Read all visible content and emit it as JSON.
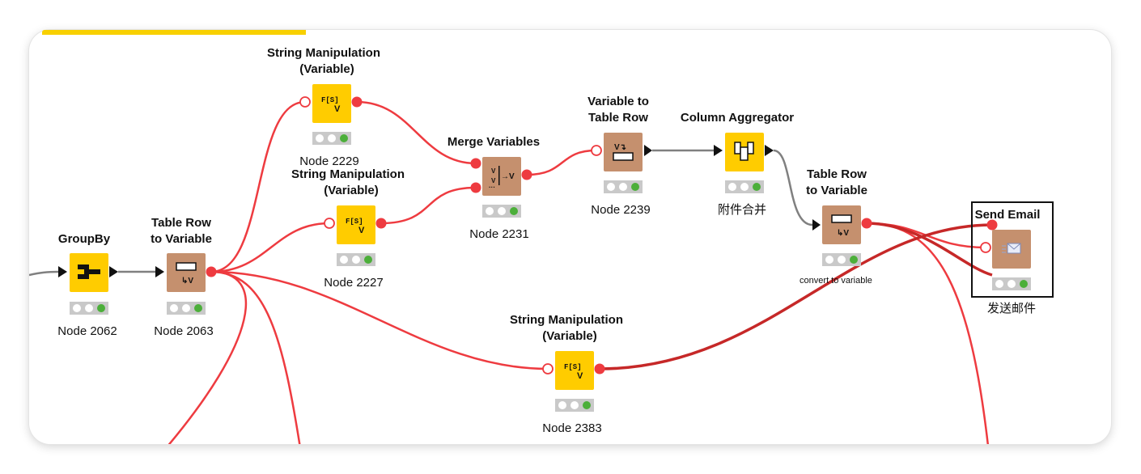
{
  "nodes": {
    "n2062": {
      "title": "GroupBy",
      "label": "Node 2062"
    },
    "n2063": {
      "title_lines": [
        "Table Row",
        "to Variable"
      ],
      "label": "Node 2063"
    },
    "n2229": {
      "title_lines": [
        "String Manipulation",
        "(Variable)"
      ],
      "label": "Node 2229"
    },
    "n2227": {
      "title_lines": [
        "String Manipulation",
        "(Variable)"
      ],
      "label": "Node 2227"
    },
    "n2231": {
      "title": "Merge Variables",
      "label": "Node 2231"
    },
    "n2239": {
      "title_lines": [
        "Variable to",
        "Table Row"
      ],
      "label": "Node 2239"
    },
    "agg": {
      "title": "Column Aggregator",
      "label": "附件合并"
    },
    "conv": {
      "title_lines": [
        "Table Row",
        "to Variable"
      ],
      "label": "convert to variable"
    },
    "email": {
      "title": "Send Email",
      "label": "发送邮件"
    },
    "n2383": {
      "title_lines": [
        "String Manipulation",
        "(Variable)"
      ],
      "label": "Node 2383"
    }
  },
  "icons": {
    "groupby": "groupby-icon",
    "row_to_var": "table-row-to-variable-icon",
    "string_manip": "string-manipulation-icon",
    "merge": "merge-variables-icon",
    "var_to_row": "variable-to-table-row-icon",
    "aggregator": "column-aggregator-icon",
    "email": "envelope-icon"
  },
  "colors": {
    "manipulator_node": "#ffcc00",
    "flow_node": "#c5906e",
    "variable_connection": "#ee3b40",
    "data_connection": "#808080",
    "status_ok": "#4caf3a",
    "accent_bar": "#f8d000"
  }
}
